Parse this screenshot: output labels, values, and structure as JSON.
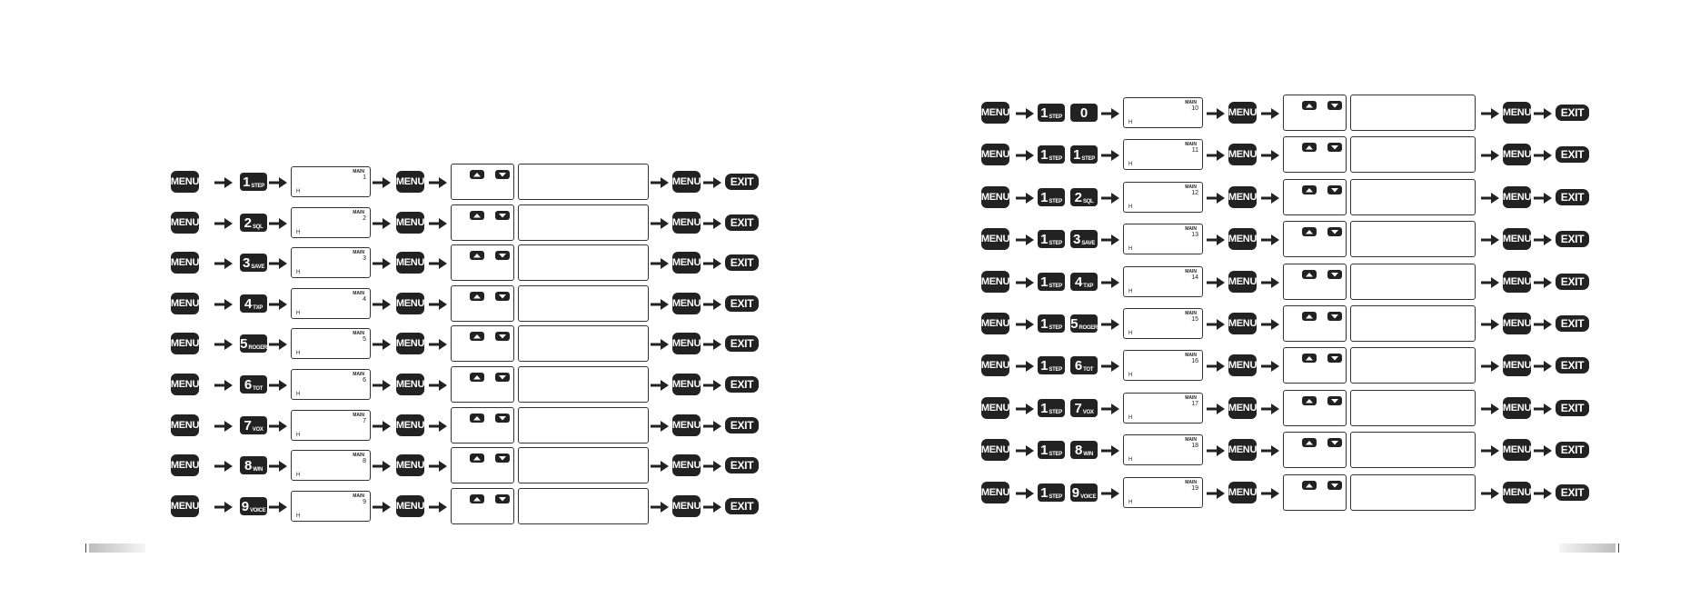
{
  "labels": {
    "menu": "MENU",
    "exit": "EXIT",
    "lcd_main": "MAIN",
    "lcd_band": "H"
  },
  "left_rows": [
    {
      "number": "1",
      "key_digit": "1",
      "key_sub": "STEP"
    },
    {
      "number": "2",
      "key_digit": "2",
      "key_sub": "SQL"
    },
    {
      "number": "3",
      "key_digit": "3",
      "key_sub": "SAVE"
    },
    {
      "number": "4",
      "key_digit": "4",
      "key_sub": "TXP"
    },
    {
      "number": "5",
      "key_digit": "5",
      "key_sub": "ROGER"
    },
    {
      "number": "6",
      "key_digit": "6",
      "key_sub": "TOT"
    },
    {
      "number": "7",
      "key_digit": "7",
      "key_sub": "VOX"
    },
    {
      "number": "8",
      "key_digit": "8",
      "key_sub": "W/N"
    },
    {
      "number": "9",
      "key_digit": "9",
      "key_sub": "VOICE"
    }
  ],
  "right_rows": [
    {
      "number": "10",
      "keys": [
        {
          "digit": "1",
          "sub": "STEP"
        },
        {
          "digit": "0",
          "sub": ""
        }
      ]
    },
    {
      "number": "11",
      "keys": [
        {
          "digit": "1",
          "sub": "STEP"
        },
        {
          "digit": "1",
          "sub": "STEP"
        }
      ]
    },
    {
      "number": "12",
      "keys": [
        {
          "digit": "1",
          "sub": "STEP"
        },
        {
          "digit": "2",
          "sub": "SQL"
        }
      ]
    },
    {
      "number": "13",
      "keys": [
        {
          "digit": "1",
          "sub": "STEP"
        },
        {
          "digit": "3",
          "sub": "SAVE"
        }
      ]
    },
    {
      "number": "14",
      "keys": [
        {
          "digit": "1",
          "sub": "STEP"
        },
        {
          "digit": "4",
          "sub": "TXP"
        }
      ]
    },
    {
      "number": "15",
      "keys": [
        {
          "digit": "1",
          "sub": "STEP"
        },
        {
          "digit": "5",
          "sub": "ROGER"
        }
      ]
    },
    {
      "number": "16",
      "keys": [
        {
          "digit": "1",
          "sub": "STEP"
        },
        {
          "digit": "6",
          "sub": "TOT"
        }
      ]
    },
    {
      "number": "17",
      "keys": [
        {
          "digit": "1",
          "sub": "STEP"
        },
        {
          "digit": "7",
          "sub": "VOX"
        }
      ]
    },
    {
      "number": "18",
      "keys": [
        {
          "digit": "1",
          "sub": "STEP"
        },
        {
          "digit": "8",
          "sub": "W/N"
        }
      ]
    },
    {
      "number": "19",
      "keys": [
        {
          "digit": "1",
          "sub": "STEP"
        },
        {
          "digit": "9",
          "sub": "VOICE"
        }
      ]
    }
  ]
}
